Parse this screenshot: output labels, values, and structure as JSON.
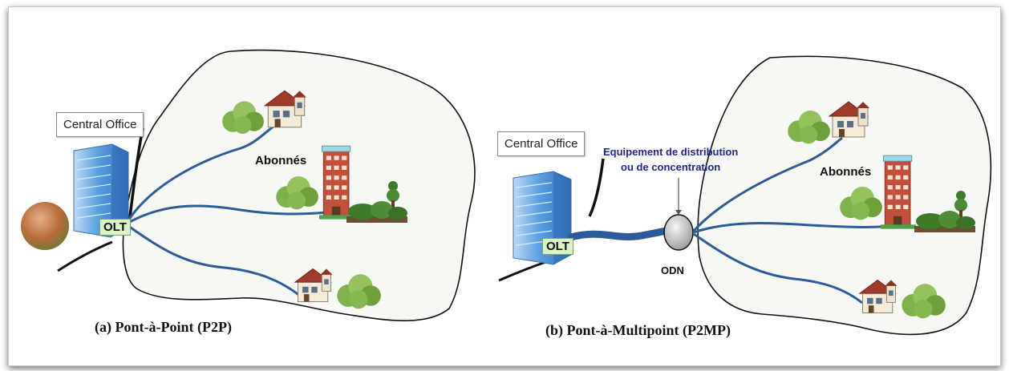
{
  "left_panel": {
    "central_office": "Central Office",
    "olt": "OLT",
    "abonnes": "Abonnés",
    "caption": "(a)   Pont-à-Point (P2P)"
  },
  "right_panel": {
    "central_office": "Central Office",
    "olt": "OLT",
    "equipment_line1": "Equipement de distribution",
    "equipment_line2": "ou de concentration",
    "abonnes": "Abonnés",
    "odn": "ODN",
    "caption": "(b)   Pont-à-Multipoint (P2MP)"
  },
  "colors": {
    "fiber": "#2e5c9a",
    "area_fill": "#f6f8f3",
    "building_blue": "#4a8fd6",
    "tower_brick": "#c4503c",
    "roof": "#9c3a2a",
    "bush": "#7fae4c",
    "equip_text": "#22229a"
  }
}
